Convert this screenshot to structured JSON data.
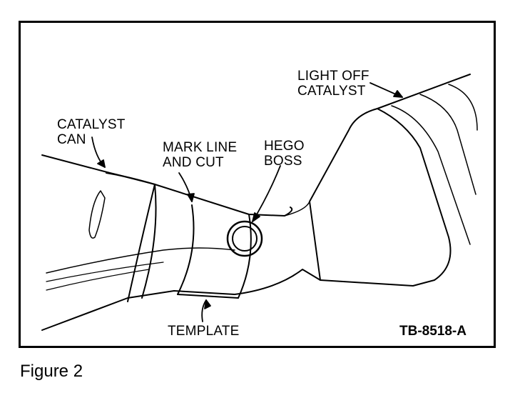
{
  "labels": {
    "light_off_catalyst": "LIGHT OFF\nCATALYST",
    "catalyst_can": "CATALYST\nCAN",
    "mark_line_and_cut": "MARK LINE\nAND CUT",
    "hego_boss": "HEGO\nBOSS",
    "template": "TEMPLATE"
  },
  "figure_code": "TB-8518-A",
  "caption": "Figure 2"
}
